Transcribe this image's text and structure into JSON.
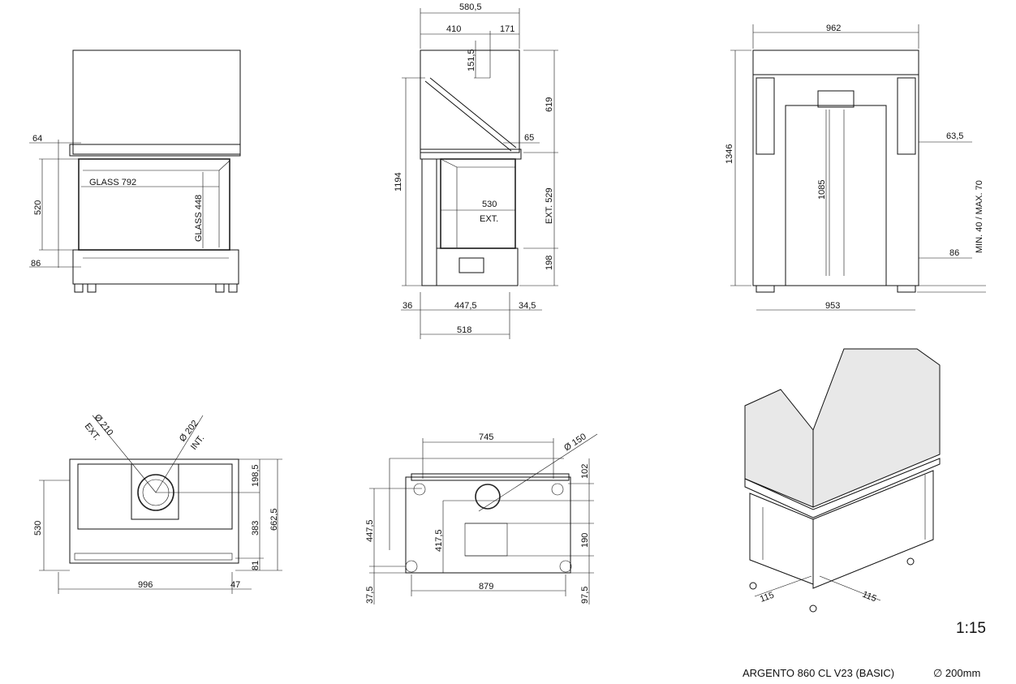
{
  "front_view": {
    "dim_64": "64",
    "dim_520": "520",
    "glass_width": "GLASS 792",
    "glass_height": "GLASS 448",
    "dim_86": "86"
  },
  "side_view": {
    "dim_580_5": "580,5",
    "dim_410": "410",
    "dim_171": "171",
    "dim_151_5": "151,5",
    "dim_619": "619",
    "dim_65": "65",
    "dim_1194": "1194",
    "dim_530": "530",
    "ext_label": "EXT.",
    "ext_529": "EXT. 529",
    "dim_198": "198",
    "dim_36": "36",
    "dim_447_5": "447,5",
    "dim_34_5": "34,5",
    "dim_518": "518"
  },
  "back_view": {
    "dim_962": "962",
    "dim_1346": "1346",
    "dim_1085": "1085",
    "dim_63_5": "63,5",
    "min_max": "MIN. 40 / MAX. 70",
    "dim_86": "86",
    "dim_953": "953"
  },
  "top_view": {
    "dia_210": "Ø 210",
    "ext": "EXT.",
    "dia_202": "Ø 202",
    "int": "INT.",
    "dim_198_5": "198,5",
    "dim_662_5": "662,5",
    "dim_383": "383",
    "dim_81": "81",
    "dim_530": "530",
    "dim_996": "996",
    "dim_47": "47"
  },
  "bottom_view": {
    "dim_745": "745",
    "dia_150": "Ø 150",
    "dim_102": "102",
    "dim_447_5": "447,5",
    "dim_417_5": "417,5",
    "dim_190": "190",
    "dim_879": "879",
    "dim_37_5": "37,5",
    "dim_97_5": "97,5"
  },
  "iso_view": {
    "dim_115_a": "115",
    "dim_115_b": "115"
  },
  "scale": "1:15",
  "title": "ARGENTO 860 CL V23 (BASIC)",
  "flue": "∅ 200mm"
}
